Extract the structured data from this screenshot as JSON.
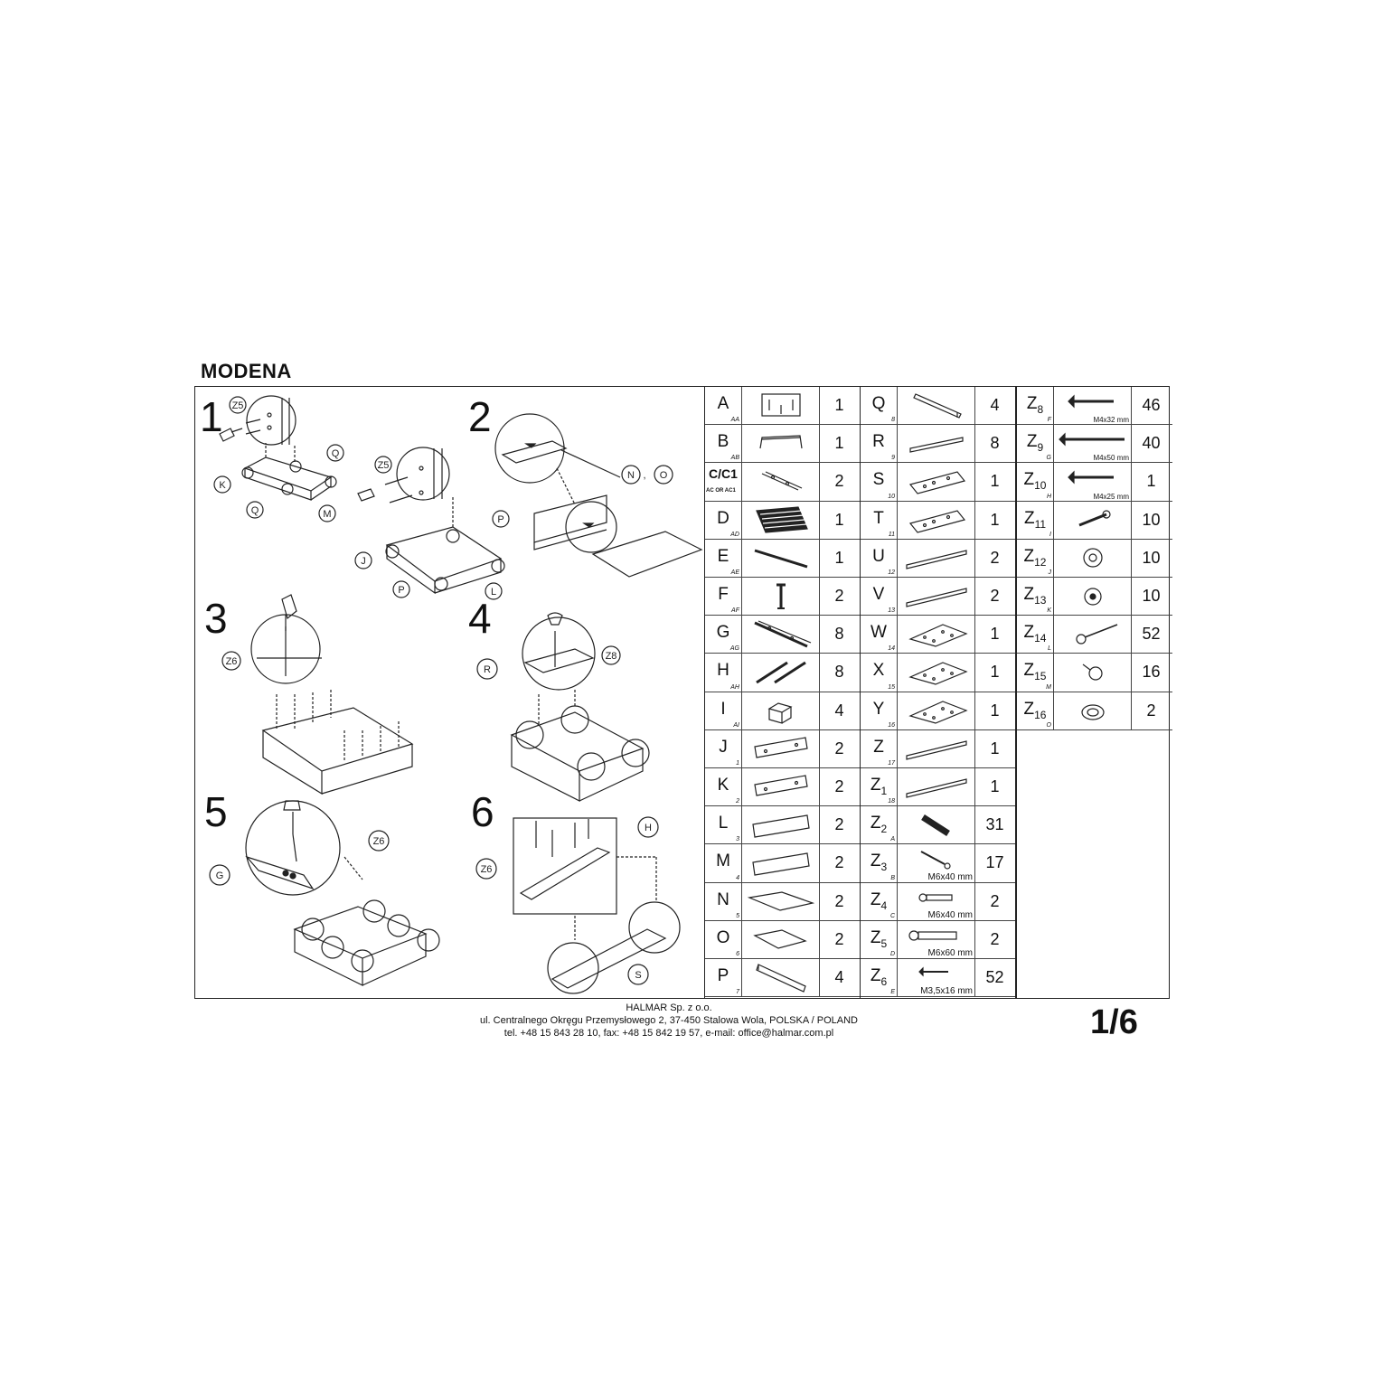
{
  "doc": {
    "title": "MODENA",
    "page": "1/6",
    "footer": {
      "company": "HALMAR Sp. z o.o.",
      "address": "ul. Centralnego Okręgu Przemysłowego 2, 37-450 Stalowa Wola, POLSKA / POLAND",
      "contact": "tel. +48 15 843 28 10, fax: +48 15 842 19 57, e-mail: office@halmar.com.pl"
    }
  },
  "steps": [
    {
      "num": "1",
      "labels": [
        "Z5",
        "K",
        "Q",
        "Q",
        "M",
        "Z5",
        "J",
        "P",
        "P",
        "L"
      ]
    },
    {
      "num": "2",
      "labels": [
        "N",
        ",",
        "O"
      ]
    },
    {
      "num": "3",
      "labels": [
        "Z6"
      ]
    },
    {
      "num": "4",
      "labels": [
        "R",
        "Z8"
      ]
    },
    {
      "num": "5",
      "labels": [
        "G",
        "Z6"
      ]
    },
    {
      "num": "6",
      "labels": [
        "Z6",
        "H",
        "S"
      ]
    }
  ],
  "parts_col1": [
    {
      "letter": "A",
      "sub": "",
      "code": "AA",
      "qty": "1",
      "icon": "headboard-panel"
    },
    {
      "letter": "B",
      "sub": "",
      "code": "AB",
      "qty": "1",
      "icon": "handle"
    },
    {
      "letter": "C/C1",
      "sub": "",
      "code": "AC OR AC1",
      "qty": "2",
      "icon": "bracket"
    },
    {
      "letter": "D",
      "sub": "",
      "code": "AD",
      "qty": "1",
      "icon": "slatted-base"
    },
    {
      "letter": "E",
      "sub": "",
      "code": "AE",
      "qty": "1",
      "icon": "bar"
    },
    {
      "letter": "F",
      "sub": "",
      "code": "AF",
      "qty": "2",
      "icon": "leg"
    },
    {
      "letter": "G",
      "sub": "",
      "code": "AG",
      "qty": "8",
      "icon": "rail"
    },
    {
      "letter": "H",
      "sub": "",
      "code": "AH",
      "qty": "8",
      "icon": "rail-short"
    },
    {
      "letter": "I",
      "sub": "",
      "code": "AI",
      "qty": "4",
      "icon": "block"
    },
    {
      "letter": "J",
      "sub": "",
      "code": "1",
      "qty": "2",
      "icon": "panel-holes"
    },
    {
      "letter": "K",
      "sub": "",
      "code": "2",
      "qty": "2",
      "icon": "panel-holes"
    },
    {
      "letter": "L",
      "sub": "",
      "code": "3",
      "qty": "2",
      "icon": "panel"
    },
    {
      "letter": "M",
      "sub": "",
      "code": "4",
      "qty": "2",
      "icon": "panel"
    },
    {
      "letter": "N",
      "sub": "",
      "code": "5",
      "qty": "2",
      "icon": "board-flat"
    },
    {
      "letter": "O",
      "sub": "",
      "code": "6",
      "qty": "2",
      "icon": "board-flat-small"
    },
    {
      "letter": "P",
      "sub": "",
      "code": "7",
      "qty": "4",
      "icon": "board-long"
    }
  ],
  "parts_col2": [
    {
      "letter": "Q",
      "sub": "",
      "code": "8",
      "qty": "4",
      "icon": "plank-diagonal",
      "dim": ""
    },
    {
      "letter": "R",
      "sub": "",
      "code": "9",
      "qty": "8",
      "icon": "strip",
      "dim": ""
    },
    {
      "letter": "S",
      "sub": "",
      "code": "10",
      "qty": "1",
      "icon": "plate",
      "dim": ""
    },
    {
      "letter": "T",
      "sub": "",
      "code": "11",
      "qty": "1",
      "icon": "plate",
      "dim": ""
    },
    {
      "letter": "U",
      "sub": "",
      "code": "12",
      "qty": "2",
      "icon": "strip-thin",
      "dim": ""
    },
    {
      "letter": "V",
      "sub": "",
      "code": "13",
      "qty": "2",
      "icon": "strip-thin",
      "dim": ""
    },
    {
      "letter": "W",
      "sub": "",
      "code": "14",
      "qty": "1",
      "icon": "board-dots",
      "dim": ""
    },
    {
      "letter": "X",
      "sub": "",
      "code": "15",
      "qty": "1",
      "icon": "board-dots",
      "dim": ""
    },
    {
      "letter": "Y",
      "sub": "",
      "code": "16",
      "qty": "1",
      "icon": "board-dots",
      "dim": ""
    },
    {
      "letter": "Z",
      "sub": "",
      "code": "17",
      "qty": "1",
      "icon": "strip-thin",
      "dim": ""
    },
    {
      "letter": "Z",
      "sub": "1",
      "code": "18",
      "qty": "1",
      "icon": "strip-thin",
      "dim": ""
    },
    {
      "letter": "Z",
      "sub": "2",
      "code": "A",
      "qty": "31",
      "icon": "dowel",
      "dim": ""
    },
    {
      "letter": "Z",
      "sub": "3",
      "code": "B",
      "qty": "17",
      "icon": "bolt",
      "dim": "M6x40 mm"
    },
    {
      "letter": "Z",
      "sub": "4",
      "code": "C",
      "qty": "2",
      "icon": "bolt-h",
      "dim": "M6x40 mm"
    },
    {
      "letter": "Z",
      "sub": "5",
      "code": "D",
      "qty": "2",
      "icon": "bolt-h-long",
      "dim": "M6x60 mm"
    },
    {
      "letter": "Z",
      "sub": "6",
      "code": "E",
      "qty": "52",
      "icon": "screw-small",
      "dim": "M3,5x16 mm"
    }
  ],
  "parts_col3": [
    {
      "letter": "Z",
      "sub": "8",
      "code": "F",
      "qty": "46",
      "icon": "screw",
      "dim": "M4x32 mm"
    },
    {
      "letter": "Z",
      "sub": "9",
      "code": "G",
      "qty": "40",
      "icon": "screw-long",
      "dim": "M4x50 mm"
    },
    {
      "letter": "Z",
      "sub": "10",
      "code": "H",
      "qty": "1",
      "icon": "screw",
      "dim": "M4x25 mm"
    },
    {
      "letter": "Z",
      "sub": "11",
      "code": "I",
      "qty": "10",
      "icon": "connector-bolt",
      "dim": ""
    },
    {
      "letter": "Z",
      "sub": "12",
      "code": "J",
      "qty": "10",
      "icon": "cam-lock",
      "dim": ""
    },
    {
      "letter": "Z",
      "sub": "13",
      "code": "K",
      "qty": "10",
      "icon": "cap",
      "dim": ""
    },
    {
      "letter": "Z",
      "sub": "14",
      "code": "L",
      "qty": "52",
      "icon": "nail",
      "dim": ""
    },
    {
      "letter": "Z",
      "sub": "15",
      "code": "M",
      "qty": "16",
      "icon": "pin",
      "dim": ""
    },
    {
      "letter": "Z",
      "sub": "16",
      "code": "O",
      "qty": "2",
      "icon": "washer",
      "dim": ""
    }
  ]
}
